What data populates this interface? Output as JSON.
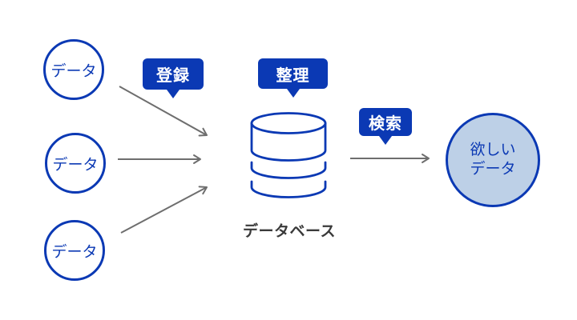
{
  "colors": {
    "primary_blue": "#0B39B4",
    "result_fill": "#BDD0E7",
    "arrow_gray": "#6E6E6E",
    "text_dark": "#3A3A3A",
    "bg": "#FFFFFF"
  },
  "diagram": {
    "sources": [
      {
        "label": "データ"
      },
      {
        "label": "データ"
      },
      {
        "label": "データ"
      }
    ],
    "process_labels": {
      "register": "登録",
      "organize": "整理",
      "search": "検索"
    },
    "database": {
      "label": "データベース"
    },
    "result": {
      "label_line1": "欲しい",
      "label_line2": "データ"
    }
  }
}
